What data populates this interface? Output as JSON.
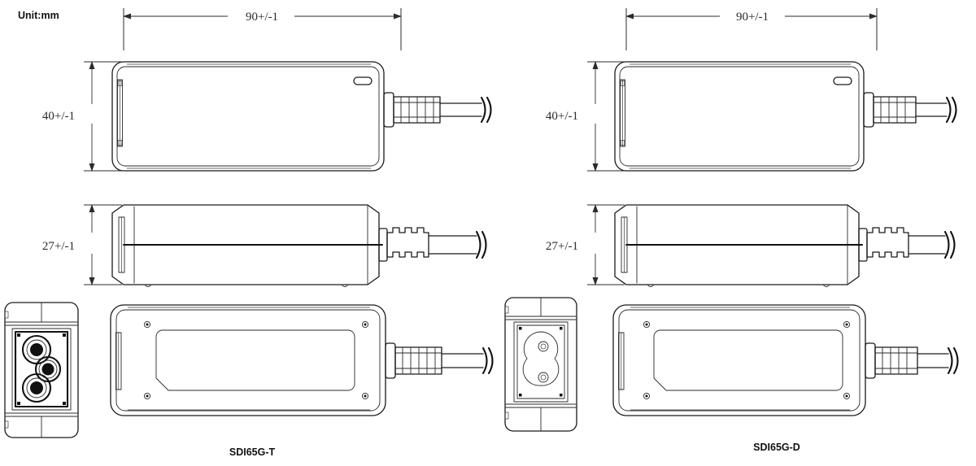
{
  "sheet": {
    "unit_note": "Unit:mm",
    "background": "#ffffff",
    "line_color": "#1a1a1a"
  },
  "models": [
    {
      "id": "left",
      "name": "SDI65G-T",
      "caption": "SDI65G-T",
      "inlet_type": "3-pin cloverleaf (IEC C6)",
      "dimensions": {
        "length": "90+/-1",
        "width": "40+/-1",
        "height": "27+/-1"
      }
    },
    {
      "id": "right",
      "name": "SDI65G-D",
      "caption": "SDI65G-D",
      "inlet_type": "2-pin figure-8 (IEC C8)",
      "dimensions": {
        "length": "90+/-1",
        "width": "40+/-1",
        "height": "27+/-1"
      }
    }
  ],
  "views": {
    "top": "top-view",
    "side": "side-view",
    "bottom": "bottom-view",
    "inlet": "inlet-face-view"
  },
  "dim_labels": {
    "left_length": "90+/-1",
    "left_width": "40+/-1",
    "left_height": "27+/-1",
    "right_length": "90+/-1",
    "right_width": "40+/-1",
    "right_height": "27+/-1"
  }
}
